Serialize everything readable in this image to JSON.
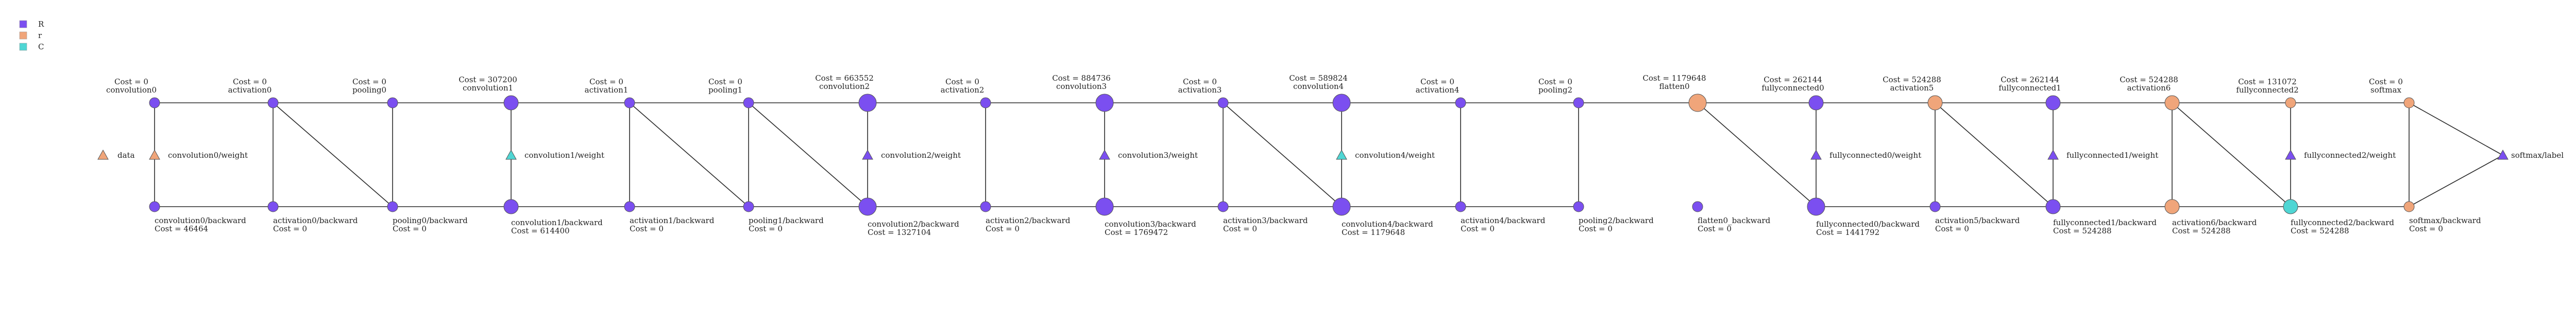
{
  "legend": [
    {
      "label": "R",
      "color": "#7b4ff0"
    },
    {
      "label": "r",
      "color": "#f0a57a"
    },
    {
      "label": "C",
      "color": "#4fd6d4"
    }
  ],
  "palette": {
    "R": "#7b4ff0",
    "r": "#f0a57a",
    "C": "#4fd6d4",
    "stroke": "#555555"
  },
  "nodes": [
    {
      "id": "data",
      "label": "data",
      "shape": "triangle",
      "color": "r"
    },
    {
      "id": "conv0w",
      "label": "convolution0/weight",
      "shape": "triangle",
      "color": "r"
    },
    {
      "id": "conv0",
      "title": "convolution0",
      "cost": "Cost = 0",
      "shape": "circle",
      "color": "R",
      "size": "s"
    },
    {
      "id": "conv0b",
      "title": "convolution0/backward",
      "cost": "Cost = 46464",
      "shape": "circle",
      "color": "R",
      "size": "s"
    },
    {
      "id": "act0",
      "title": "activation0",
      "cost": "Cost = 0",
      "shape": "circle",
      "color": "R",
      "size": "s"
    },
    {
      "id": "act0b",
      "title": "activation0/backward",
      "cost": "Cost = 0",
      "shape": "circle",
      "color": "R",
      "size": "s"
    },
    {
      "id": "pool0",
      "title": "pooling0",
      "cost": "Cost = 0",
      "shape": "circle",
      "color": "R",
      "size": "s"
    },
    {
      "id": "pool0b",
      "title": "pooling0/backward",
      "cost": "Cost = 0",
      "shape": "circle",
      "color": "R",
      "size": "s"
    },
    {
      "id": "conv1",
      "title": "convolution1",
      "cost": "Cost = 307200",
      "shape": "circle",
      "color": "R",
      "size": "m"
    },
    {
      "id": "conv1w",
      "label": "convolution1/weight",
      "shape": "triangle",
      "color": "C"
    },
    {
      "id": "conv1b",
      "title": "convolution1/backward",
      "cost": "Cost = 614400",
      "shape": "circle",
      "color": "R",
      "size": "m"
    },
    {
      "id": "act1",
      "title": "activation1",
      "cost": "Cost = 0",
      "shape": "circle",
      "color": "R",
      "size": "s"
    },
    {
      "id": "act1b",
      "title": "activation1/backward",
      "cost": "Cost = 0",
      "shape": "circle",
      "color": "R",
      "size": "s"
    },
    {
      "id": "pool1",
      "title": "pooling1",
      "cost": "Cost = 0",
      "shape": "circle",
      "color": "R",
      "size": "s"
    },
    {
      "id": "pool1b",
      "title": "pooling1/backward",
      "cost": "Cost = 0",
      "shape": "circle",
      "color": "R",
      "size": "s"
    },
    {
      "id": "conv2",
      "title": "convolution2",
      "cost": "Cost = 663552",
      "shape": "circle",
      "color": "R",
      "size": "l"
    },
    {
      "id": "conv2w",
      "label": "convolution2/weight",
      "shape": "triangle",
      "color": "R"
    },
    {
      "id": "conv2b",
      "title": "convolution2/backward",
      "cost": "Cost = 1327104",
      "shape": "circle",
      "color": "R",
      "size": "l"
    },
    {
      "id": "act2",
      "title": "activation2",
      "cost": "Cost = 0",
      "shape": "circle",
      "color": "R",
      "size": "s"
    },
    {
      "id": "act2b",
      "title": "activation2/backward",
      "cost": "Cost = 0",
      "shape": "circle",
      "color": "R",
      "size": "s"
    },
    {
      "id": "conv3",
      "title": "convolution3",
      "cost": "Cost = 884736",
      "shape": "circle",
      "color": "R",
      "size": "l"
    },
    {
      "id": "conv3w",
      "label": "convolution3/weight",
      "shape": "triangle",
      "color": "R"
    },
    {
      "id": "conv3b",
      "title": "convolution3/backward",
      "cost": "Cost = 1769472",
      "shape": "circle",
      "color": "R",
      "size": "l"
    },
    {
      "id": "act3",
      "title": "activation3",
      "cost": "Cost = 0",
      "shape": "circle",
      "color": "R",
      "size": "s"
    },
    {
      "id": "act3b",
      "title": "activation3/backward",
      "cost": "Cost = 0",
      "shape": "circle",
      "color": "R",
      "size": "s"
    },
    {
      "id": "conv4",
      "title": "convolution4",
      "cost": "Cost = 589824",
      "shape": "circle",
      "color": "R",
      "size": "l"
    },
    {
      "id": "conv4w",
      "label": "convolution4/weight",
      "shape": "triangle",
      "color": "C"
    },
    {
      "id": "conv4b",
      "title": "convolution4/backward",
      "cost": "Cost = 1179648",
      "shape": "circle",
      "color": "R",
      "size": "l"
    },
    {
      "id": "act4",
      "title": "activation4",
      "cost": "Cost = 0",
      "shape": "circle",
      "color": "R",
      "size": "s"
    },
    {
      "id": "act4b",
      "title": "activation4/backward",
      "cost": "Cost = 0",
      "shape": "circle",
      "color": "R",
      "size": "s"
    },
    {
      "id": "pool2",
      "title": "pooling2",
      "cost": "Cost = 0",
      "shape": "circle",
      "color": "R",
      "size": "s"
    },
    {
      "id": "pool2b",
      "title": "pooling2/backward",
      "cost": "Cost = 0",
      "shape": "circle",
      "color": "R",
      "size": "s"
    },
    {
      "id": "flat0",
      "title": "flatten0",
      "cost": "Cost = 1179648",
      "shape": "circle",
      "color": "r",
      "size": "l"
    },
    {
      "id": "flat0b",
      "title": "flatten0_backward",
      "cost": "Cost = 0",
      "shape": "circle",
      "color": "R",
      "size": "s"
    },
    {
      "id": "fc0",
      "title": "fullyconnected0",
      "cost": "Cost = 262144",
      "shape": "circle",
      "color": "R",
      "size": "m"
    },
    {
      "id": "fc0w",
      "label": "fullyconnected0/weight",
      "shape": "triangle",
      "color": "R"
    },
    {
      "id": "fc0b",
      "title": "fullyconnected0/backward",
      "cost": "Cost = 1441792",
      "shape": "circle",
      "color": "R",
      "size": "l"
    },
    {
      "id": "act5",
      "title": "activation5",
      "cost": "Cost = 524288",
      "shape": "circle",
      "color": "r",
      "size": "m"
    },
    {
      "id": "act5b",
      "title": "activation5/backward",
      "cost": "Cost = 0",
      "shape": "circle",
      "color": "R",
      "size": "s"
    },
    {
      "id": "fc1",
      "title": "fullyconnected1",
      "cost": "Cost = 262144",
      "shape": "circle",
      "color": "R",
      "size": "m"
    },
    {
      "id": "fc1w",
      "label": "fullyconnected1/weight",
      "shape": "triangle",
      "color": "R"
    },
    {
      "id": "fc1b",
      "title": "fullyconnected1/backward",
      "cost": "Cost = 524288",
      "shape": "circle",
      "color": "R",
      "size": "m"
    },
    {
      "id": "act6",
      "title": "activation6",
      "cost": "Cost = 524288",
      "shape": "circle",
      "color": "r",
      "size": "m"
    },
    {
      "id": "act6b",
      "title": "activation6/backward",
      "cost": "Cost = 524288",
      "shape": "circle",
      "color": "r",
      "size": "m"
    },
    {
      "id": "fc2",
      "title": "fullyconnected2",
      "cost": "Cost = 131072",
      "shape": "circle",
      "color": "r",
      "size": "s"
    },
    {
      "id": "fc2w",
      "label": "fullyconnected2/weight",
      "shape": "triangle",
      "color": "R"
    },
    {
      "id": "fc2b",
      "title": "fullyconnected2/backward",
      "cost": "Cost = 524288",
      "shape": "circle",
      "color": "C",
      "size": "m"
    },
    {
      "id": "sm",
      "title": "softmax",
      "cost": "Cost = 0",
      "shape": "circle",
      "color": "r",
      "size": "s"
    },
    {
      "id": "smlab",
      "label": "softmax/label",
      "shape": "triangle",
      "color": "R"
    },
    {
      "id": "smb",
      "title": "softmax/backward",
      "cost": "Cost = 0",
      "shape": "circle",
      "color": "r",
      "size": "s"
    }
  ],
  "edges": [
    [
      "conv0",
      "act0"
    ],
    [
      "act0",
      "pool0"
    ],
    [
      "pool0",
      "conv1"
    ],
    [
      "conv1",
      "act1"
    ],
    [
      "act1",
      "pool1"
    ],
    [
      "pool1",
      "conv2"
    ],
    [
      "conv2",
      "act2"
    ],
    [
      "act2",
      "conv3"
    ],
    [
      "conv3",
      "act3"
    ],
    [
      "act3",
      "conv4"
    ],
    [
      "conv4",
      "act4"
    ],
    [
      "act4",
      "pool2"
    ],
    [
      "pool2",
      "flat0"
    ],
    [
      "flat0",
      "fc0"
    ],
    [
      "fc0",
      "act5"
    ],
    [
      "act5",
      "fc1"
    ],
    [
      "fc1",
      "act6"
    ],
    [
      "act6",
      "fc2"
    ],
    [
      "fc2",
      "sm"
    ],
    [
      "conv0b",
      "act0b"
    ],
    [
      "act0b",
      "pool0b"
    ],
    [
      "pool0b",
      "conv1b"
    ],
    [
      "conv1b",
      "act1b"
    ],
    [
      "act1b",
      "pool1b"
    ],
    [
      "pool1b",
      "conv2b"
    ],
    [
      "conv2b",
      "act2b"
    ],
    [
      "act2b",
      "conv3b"
    ],
    [
      "conv3b",
      "act3b"
    ],
    [
      "act3b",
      "conv4b"
    ],
    [
      "conv4b",
      "act4b"
    ],
    [
      "act4b",
      "pool2b"
    ],
    [
      "fc0b",
      "act5b"
    ],
    [
      "act5b",
      "fc1b"
    ],
    [
      "fc1b",
      "act6b"
    ],
    [
      "act6b",
      "fc2b"
    ],
    [
      "fc2b",
      "smb"
    ],
    [
      "conv0",
      "conv0b"
    ],
    [
      "act0",
      "act0b"
    ],
    [
      "pool0",
      "pool0b"
    ],
    [
      "conv1",
      "conv1b"
    ],
    [
      "act1",
      "act1b"
    ],
    [
      "pool1",
      "pool1b"
    ],
    [
      "conv2",
      "conv2b"
    ],
    [
      "act2",
      "act2b"
    ],
    [
      "conv3",
      "conv3b"
    ],
    [
      "act3",
      "act3b"
    ],
    [
      "conv4",
      "conv4b"
    ],
    [
      "act4",
      "act4b"
    ],
    [
      "pool2",
      "pool2b"
    ],
    [
      "fc0",
      "fc0b"
    ],
    [
      "act5",
      "act5b"
    ],
    [
      "fc1",
      "fc1b"
    ],
    [
      "act6",
      "act6b"
    ],
    [
      "fc2",
      "fc2b"
    ],
    [
      "sm",
      "smb"
    ],
    [
      "act0",
      "pool0b"
    ],
    [
      "act1",
      "pool1b"
    ],
    [
      "pool1",
      "conv2b"
    ],
    [
      "act3",
      "conv4b"
    ],
    [
      "act5",
      "fc1b"
    ],
    [
      "act6",
      "fc2b"
    ],
    [
      "flat0",
      "fc0b"
    ],
    [
      "sm",
      "smlab"
    ],
    [
      "smb",
      "smlab"
    ]
  ]
}
